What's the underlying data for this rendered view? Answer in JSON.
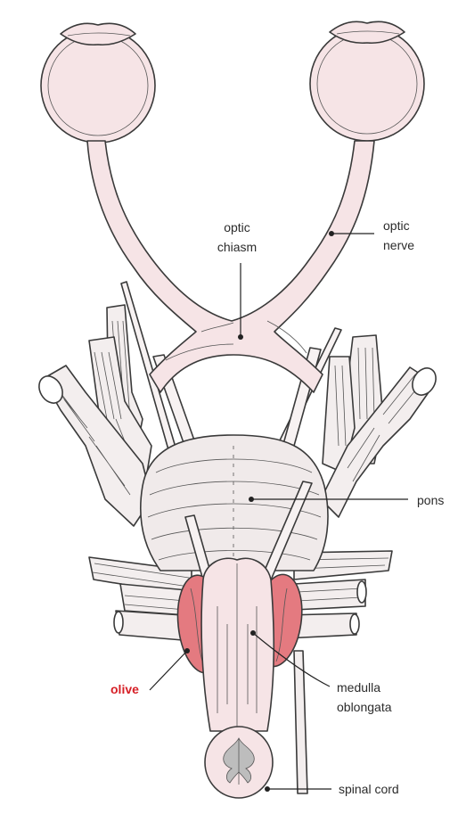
{
  "labels": {
    "optic_chiasm_line1": "optic",
    "optic_chiasm_line2": "chiasm",
    "optic_nerve_line1": "optic",
    "optic_nerve_line2": "nerve",
    "pons": "pons",
    "olive": "olive",
    "medulla_line1": "medulla",
    "medulla_line2": "oblongata",
    "spinal_cord": "spinal cord"
  },
  "colors": {
    "tissue": "#f6e4e6",
    "olive": "#e47a80",
    "outline": "#3a3a3a",
    "label_text": "#2b2b2b",
    "label_highlight": "#d61f26"
  }
}
